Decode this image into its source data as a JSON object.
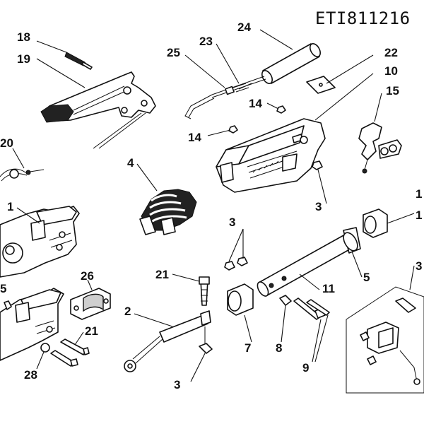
{
  "header": {
    "code": "ETI811216"
  },
  "callouts": [
    "18",
    "19",
    "24",
    "23",
    "25",
    "22",
    "10",
    "15",
    "14",
    "14",
    "20",
    "4",
    "3",
    "1",
    "1",
    "26",
    "21",
    "3",
    "5",
    "11",
    "2",
    "21",
    "3",
    "7",
    "8",
    "9",
    "28",
    "1",
    "5",
    "3"
  ]
}
